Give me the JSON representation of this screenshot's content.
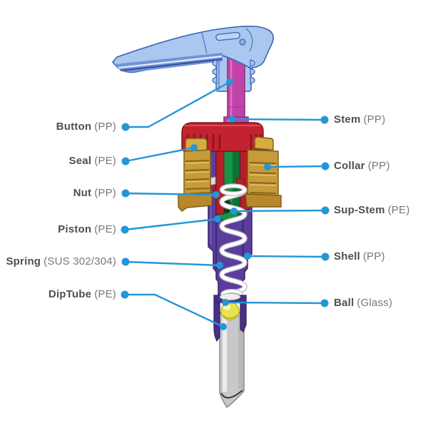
{
  "diagram": {
    "accent_color": "#2496d6",
    "label_text_color": "#4e4f53",
    "material_text_color": "#77787c",
    "left_labels": [
      {
        "name": "Button",
        "material": "(PP)"
      },
      {
        "name": "Seal",
        "material": "(PE)"
      },
      {
        "name": "Nut",
        "material": "(PP)"
      },
      {
        "name": "Piston",
        "material": "(PE)"
      },
      {
        "name": "Spring",
        "material": "(SUS 302/304)"
      },
      {
        "name": "DipTube",
        "material": "(PE)"
      }
    ],
    "right_labels": [
      {
        "name": "Stem",
        "material": "(PP)"
      },
      {
        "name": "Collar",
        "material": "(PP)"
      },
      {
        "name": "Sup-Stem",
        "material": "(PE)"
      },
      {
        "name": "Shell",
        "material": "(PP)"
      },
      {
        "name": "Ball",
        "material": "(Glass)"
      }
    ],
    "part_colors": [
      {
        "part": "Button",
        "color": "#a9c7ef"
      },
      {
        "part": "Stem",
        "color": "#c243a8"
      },
      {
        "part": "Seal",
        "color": "#dcdde1"
      },
      {
        "part": "Nut",
        "color": "#c32330"
      },
      {
        "part": "Collar",
        "color": "#c79b3a"
      },
      {
        "part": "Sup-Stem",
        "color": "#169544"
      },
      {
        "part": "Piston",
        "color": "#b51f26"
      },
      {
        "part": "Shell",
        "color": "#5a3d9d"
      },
      {
        "part": "Spring",
        "color": "#ffffff"
      },
      {
        "part": "Ball",
        "color": "#e9e44c"
      },
      {
        "part": "DipTube",
        "color": "#c8c8ca"
      }
    ]
  }
}
